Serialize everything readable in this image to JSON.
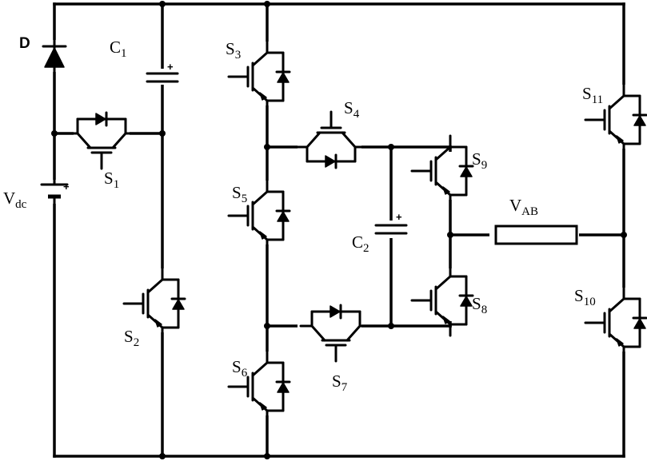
{
  "diagram": {
    "components": {
      "diode": {
        "label": "D"
      },
      "source": {
        "label_main": "V",
        "label_sub": "dc",
        "polarity": "+"
      },
      "c1": {
        "label_main": "C",
        "label_sub": "1",
        "polarity": "+"
      },
      "c2": {
        "label_main": "C",
        "label_sub": "2",
        "polarity": "+"
      },
      "load": {
        "label_main": "V",
        "label_sub": "AB"
      }
    },
    "switches": {
      "s1": {
        "label_main": "S",
        "label_sub": "1"
      },
      "s2": {
        "label_main": "S",
        "label_sub": "2"
      },
      "s3": {
        "label_main": "S",
        "label_sub": "3"
      },
      "s4": {
        "label_main": "S",
        "label_sub": "4"
      },
      "s5": {
        "label_main": "S",
        "label_sub": "5"
      },
      "s6": {
        "label_main": "S",
        "label_sub": "6"
      },
      "s7": {
        "label_main": "S",
        "label_sub": "7"
      },
      "s8": {
        "label_main": "S",
        "label_sub": "8"
      },
      "s9": {
        "label_main": "S",
        "label_sub": "9"
      },
      "s10": {
        "label_main": "S",
        "label_sub": "10"
      },
      "s11": {
        "label_main": "S",
        "label_sub": "11"
      }
    }
  }
}
